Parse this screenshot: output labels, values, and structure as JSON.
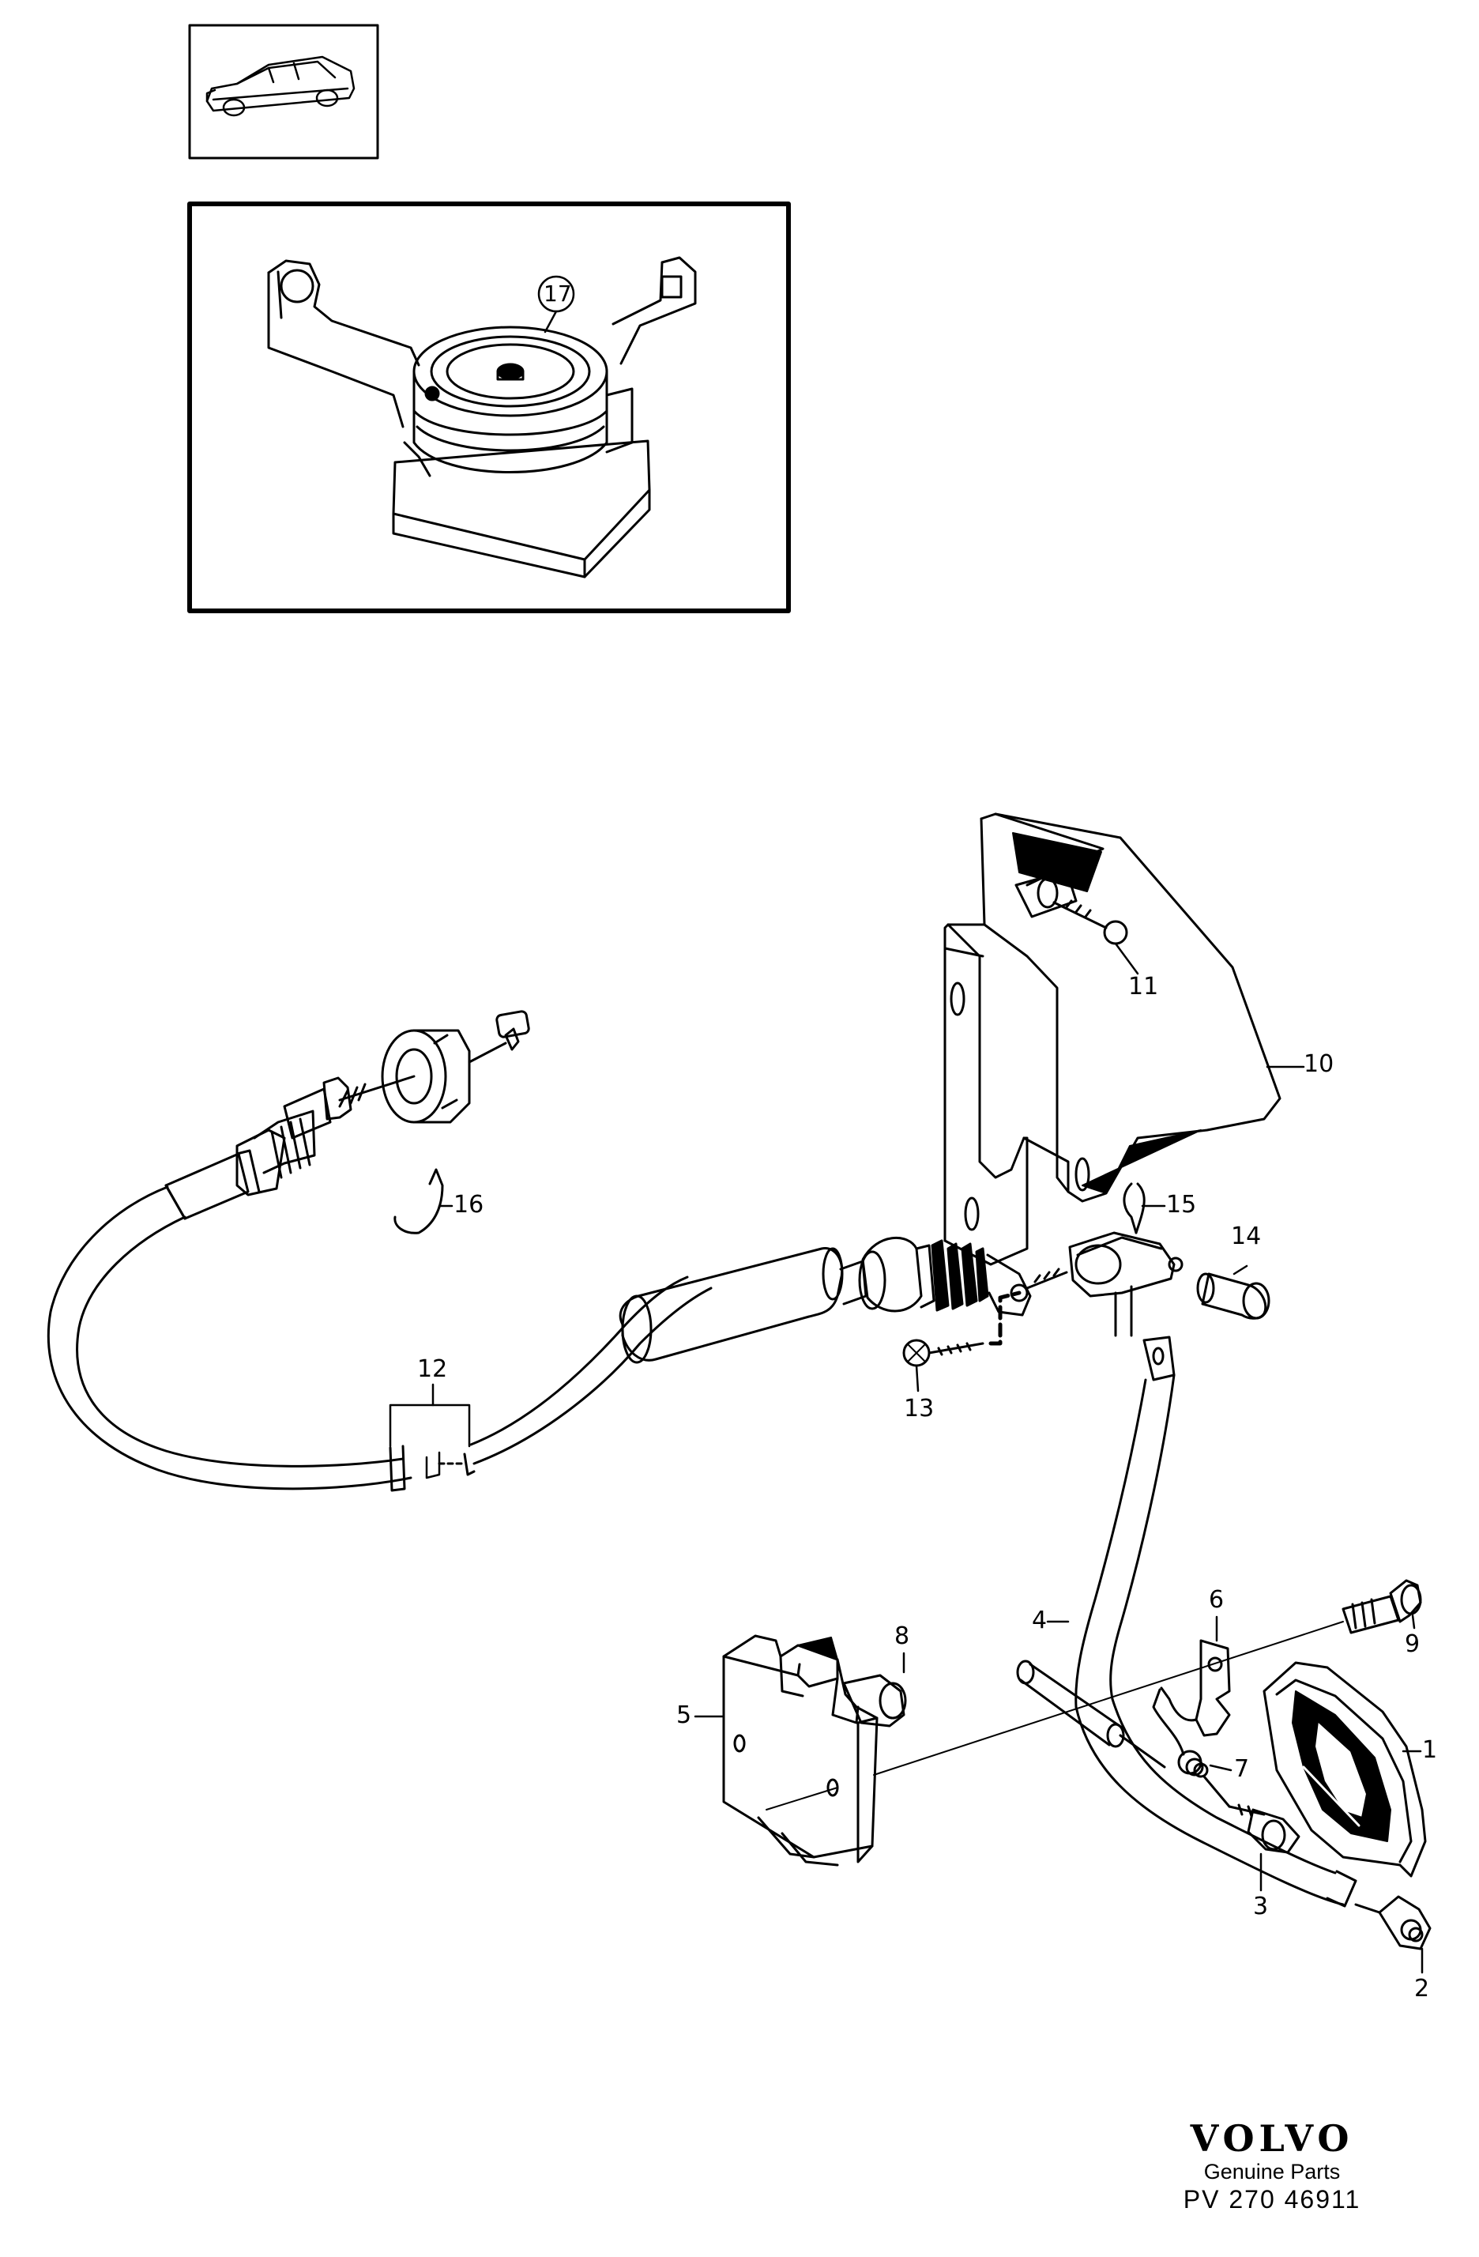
{
  "callouts": {
    "c1": "1",
    "c2": "2",
    "c3": "3",
    "c4": "4",
    "c5": "5",
    "c6": "6",
    "c7": "7",
    "c8": "8",
    "c9": "9",
    "c10": "10",
    "c11": "11",
    "c12": "12",
    "c13": "13",
    "c14": "14",
    "c15": "15",
    "c16": "16",
    "c17": "17"
  },
  "brand": {
    "logo": "VOLVO",
    "tagline": "Genuine Parts",
    "code": "PV 270 46911"
  },
  "icons": {
    "thumbnail": "car-sedan-icon",
    "inset": "ignition-lock-pulley-assembly"
  }
}
